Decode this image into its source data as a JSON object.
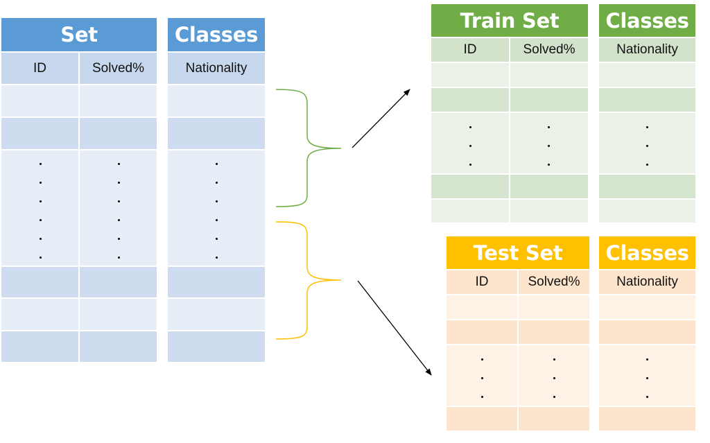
{
  "set_table": {
    "title": "Set",
    "col_id": "ID",
    "col_solved": "Solved%"
  },
  "set_classes": {
    "title": "Classes",
    "col_nationality": "Nationality"
  },
  "train_table": {
    "title": "Train Set",
    "col_id": "ID",
    "col_solved": "Solved%"
  },
  "train_classes": {
    "title": "Classes",
    "col_nationality": "Nationality"
  },
  "test_table": {
    "title": "Test Set",
    "col_id": "ID",
    "col_solved": "Solved%"
  },
  "test_classes": {
    "title": "Classes",
    "col_nationality": "Nationality"
  },
  "colors": {
    "set_header": "#5b9bd5",
    "set_sub": "#c6d7ee",
    "set_dark": "#cfdcef",
    "set_light": "#e8eef7",
    "train_header": "#70ad47",
    "train_sub": "#d2e2cb",
    "train_dark": "#d5e4cf",
    "train_light": "#ebf1e7",
    "test_header": "#ffc000",
    "test_sub": "#fde4cc",
    "test_dark": "#fde4cc",
    "test_light": "#fef2e6",
    "brace_green": "#70ad47",
    "brace_yellow": "#ffc000"
  }
}
